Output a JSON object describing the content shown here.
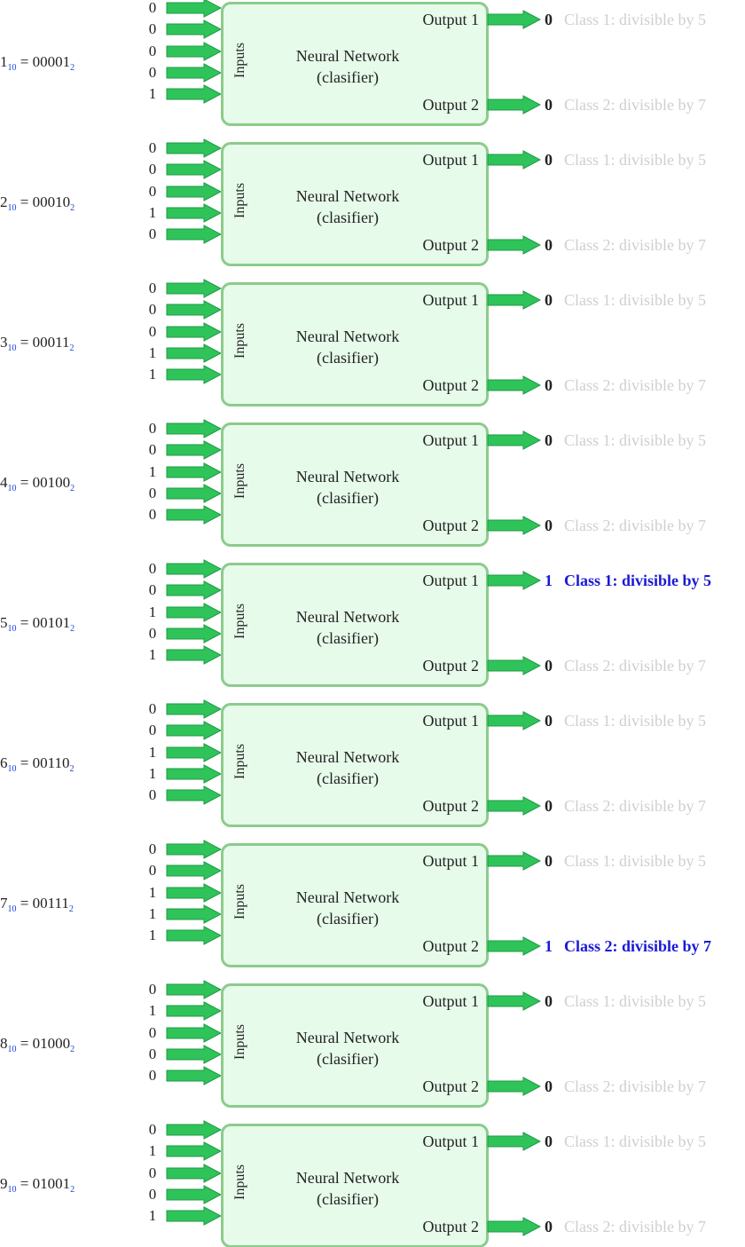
{
  "diagram": {
    "box_title_line1": "Neural Network",
    "box_title_line2": "(clasifier)",
    "inputs_label": "Inputs",
    "output1_label": "Output 1",
    "output2_label": "Output 2",
    "class1_label": "Class 1: divisible by 5",
    "class2_label": "Class 2: divisible by 7",
    "decimal_base": "10",
    "binary_base": "2",
    "colors": {
      "arrow": "#2fc45a",
      "box_fill": "#e6fbea",
      "box_border": "#8ccb8c",
      "inactive_label": "#cfcfcf",
      "active_label": "#1a1ad6",
      "subscript": "#1a3fd6"
    }
  },
  "rows": [
    {
      "decimal": "1",
      "binary": "00001",
      "bits": [
        "0",
        "0",
        "0",
        "0",
        "1"
      ],
      "out1": "0",
      "out2": "0",
      "active1": false,
      "active2": false
    },
    {
      "decimal": "2",
      "binary": "00010",
      "bits": [
        "0",
        "0",
        "0",
        "1",
        "0"
      ],
      "out1": "0",
      "out2": "0",
      "active1": false,
      "active2": false
    },
    {
      "decimal": "3",
      "binary": "00011",
      "bits": [
        "0",
        "0",
        "0",
        "1",
        "1"
      ],
      "out1": "0",
      "out2": "0",
      "active1": false,
      "active2": false
    },
    {
      "decimal": "4",
      "binary": "00100",
      "bits": [
        "0",
        "0",
        "1",
        "0",
        "0"
      ],
      "out1": "0",
      "out2": "0",
      "active1": false,
      "active2": false
    },
    {
      "decimal": "5",
      "binary": "00101",
      "bits": [
        "0",
        "0",
        "1",
        "0",
        "1"
      ],
      "out1": "1",
      "out2": "0",
      "active1": true,
      "active2": false
    },
    {
      "decimal": "6",
      "binary": "00110",
      "bits": [
        "0",
        "0",
        "1",
        "1",
        "0"
      ],
      "out1": "0",
      "out2": "0",
      "active1": false,
      "active2": false
    },
    {
      "decimal": "7",
      "binary": "00111",
      "bits": [
        "0",
        "0",
        "1",
        "1",
        "1"
      ],
      "out1": "0",
      "out2": "1",
      "active1": false,
      "active2": true
    },
    {
      "decimal": "8",
      "binary": "01000",
      "bits": [
        "0",
        "1",
        "0",
        "0",
        "0"
      ],
      "out1": "0",
      "out2": "0",
      "active1": false,
      "active2": false
    },
    {
      "decimal": "9",
      "binary": "01001",
      "bits": [
        "0",
        "1",
        "0",
        "0",
        "1"
      ],
      "out1": "0",
      "out2": "0",
      "active1": false,
      "active2": false
    }
  ]
}
